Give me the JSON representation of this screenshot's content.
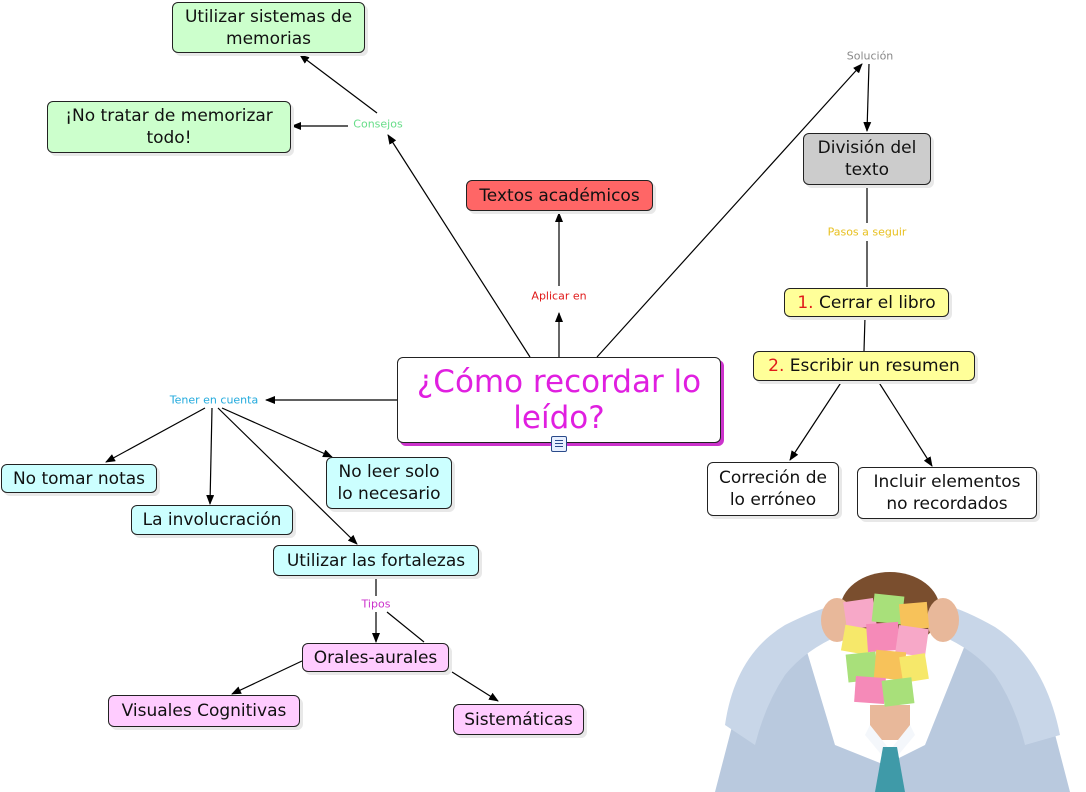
{
  "main_topic": "¿Cómo recordar lo leído?",
  "nodes": {
    "memorias": "Utilizar sistemas de memorias",
    "no_memorizar": "¡No tratar de memorizar todo!",
    "textos": "Textos académicos",
    "division": "División del texto",
    "cerrar_num": "1.",
    "cerrar": "Cerrar el libro",
    "escribir_num": "2.",
    "escribir": "Escribir un resumen",
    "correcion": "Correción de lo erróneo",
    "incluir": "Incluir elementos no recordados",
    "no_notas": "No tomar notas",
    "no_leer": "No leer solo lo necesario",
    "involucracion": "La involucración",
    "fortalezas": "Utilizar las fortalezas",
    "orales": "Orales-aurales",
    "visuales": "Visuales Cognitivas",
    "sistematicas": "Sistemáticas"
  },
  "links": {
    "consejos": "Consejos",
    "aplicar": "Aplicar en",
    "solucion": "Solución",
    "pasos": "Pasos a seguir",
    "tener": "Tener en cuenta",
    "tipos": "Tipos"
  },
  "colors": {
    "consejos": "#66dd88",
    "aplicar": "#e01a1a",
    "solucion": "#888888",
    "pasos": "#e8c020",
    "tener": "#22aadd",
    "tipos": "#cc33cc",
    "main_text": "#e01fe0"
  },
  "icons": [
    "note-icon"
  ]
}
